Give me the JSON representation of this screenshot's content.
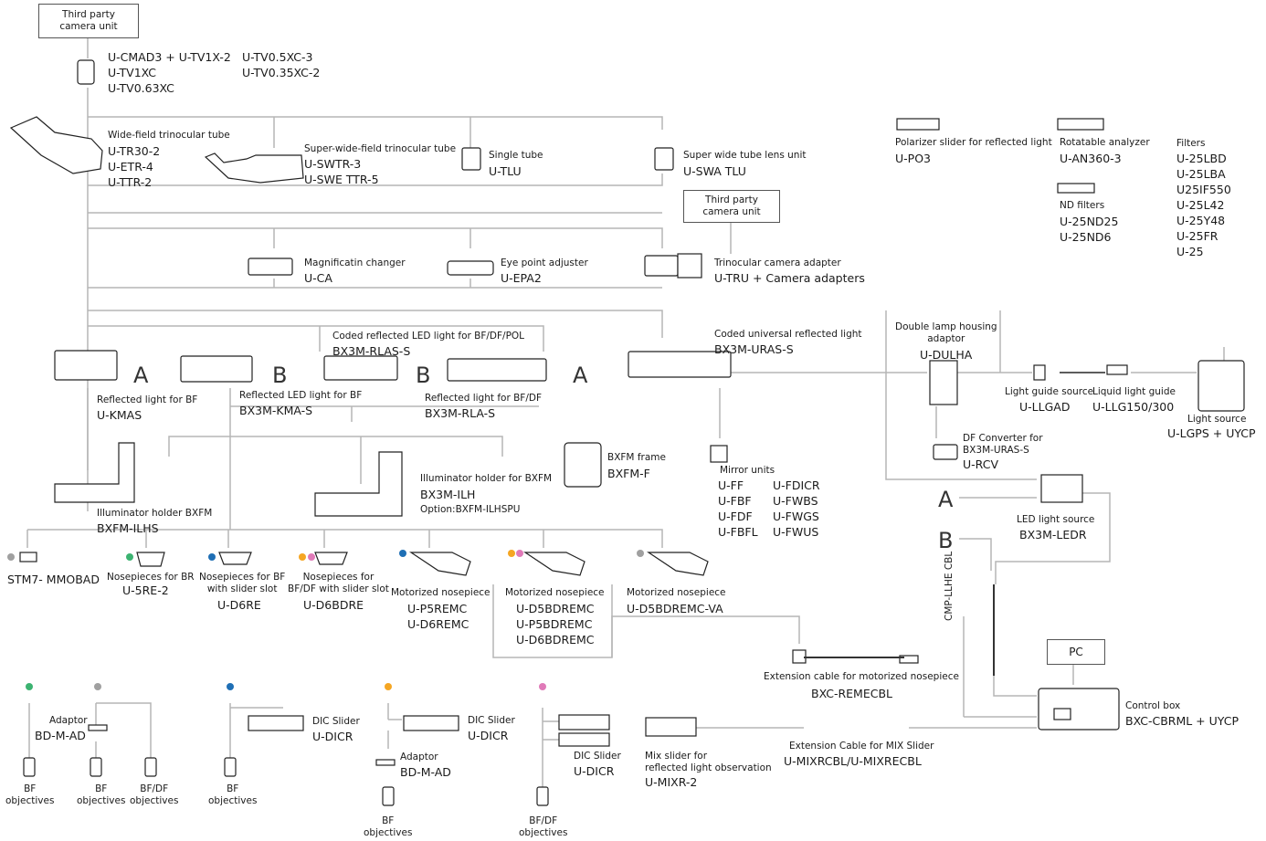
{
  "colors": {
    "line": "#b5b5b5",
    "green": "#3cb371",
    "gray": "#a0a0a0",
    "blue": "#1f6fb5",
    "orange": "#f5a623",
    "pink": "#e07ab8",
    "ink": "#222222"
  },
  "top": {
    "third_party_camera": "Third party\ncamera unit",
    "cam_a": "U-CMAD3 + U-TV1X-2",
    "cam_b": "U-TV1XC",
    "cam_c": "U-TV0.63XC",
    "cam_d": "U-TV0.5XC-3",
    "cam_e": "U-TV0.35XC-2"
  },
  "tubes": {
    "wf_title": "Wide-field trinocular tube",
    "wf_1": "U-TR30-2",
    "wf_2": "U-ETR-4",
    "wf_3": "U-TTR-2",
    "swf_title": "Super-wide-field trinocular tube",
    "swf_1": "U-SWTR-3",
    "swf_2": "U-SWE TTR-5",
    "single_title": "Single tube",
    "single_code": "U-TLU",
    "swt_title": "Super wide tube lens unit",
    "swt_code": "U-SWA TLU"
  },
  "inter": {
    "third_party_2": "Third party\ncamera unit",
    "mag_title": "Magnificatin changer",
    "mag_code": "U-CA",
    "eye_title": "Eye point adjuster",
    "eye_code": "U-EPA2",
    "tri_title": "Trinocular camera adapter",
    "tri_code": "U-TRU + Camera adapters"
  },
  "accessories": {
    "pol_title": "Polarizer slider for reflected light",
    "pol_code": "U-PO3",
    "rot_title": "Rotatable analyzer",
    "rot_code": "U-AN360-3",
    "nd_title": "ND filters",
    "nd_1": "U-25ND25",
    "nd_2": "U-25ND6",
    "filters_title": "Filters",
    "filters": [
      "U-25LBD",
      "U-25LBA",
      "U25IF550",
      "U-25L42",
      "U-25Y48",
      "U-25FR",
      "U-25"
    ]
  },
  "illum": {
    "coded_title": "Coded reflected LED light for BF/DF/POL",
    "coded_code": "BX3M-RLAS-S",
    "univ_title": "Coded universal reflected light",
    "univ_code": "BX3M-URAS-S",
    "kmas_title": "Reflected light for BF",
    "kmas_code": "U-KMAS",
    "kma_title": "Reflected LED light for BF",
    "kma_code": "BX3M-KMA-S",
    "rla_title": "Reflected light for BF/DF",
    "rla_code": "BX3M-RLA-S",
    "letter_a": "A",
    "letter_b": "B"
  },
  "lamp": {
    "dul_title": "Double lamp housing\nadaptor",
    "dul_code": "U-DULHA",
    "llgad_title": "Light guide source",
    "llgad_code": "U-LLGAD",
    "llg_title": "Liquid light guide",
    "llg_code": "U-LLG150/300",
    "src_title": "Light source",
    "src_code": "U-LGPS + UYCP",
    "df_title": "DF Converter for\nBX3M-URAS-S",
    "df_code": "U-RCV",
    "led_title": "LED light source",
    "led_code": "BX3M-LEDR",
    "cable_label": "CMP-LLHE CBL"
  },
  "frame": {
    "bxfm_title": "BXFM frame",
    "bxfm_code": "BXFM-F",
    "ilh_title": "Illuminator holder for BXFM",
    "ilh_code": "BX3M-ILH",
    "ilh_opt": "Option:BXFM-ILHSPU",
    "ilhs_title": "Illuminator holder BXFM",
    "ilhs_code": "BXFM-ILHS"
  },
  "mirrors": {
    "title": "Mirror units",
    "col1": [
      "U-FF",
      "U-FBF",
      "U-FDF",
      "U-FBFL"
    ],
    "col2": [
      "U-FDICR",
      "U-FWBS",
      "U-FWGS",
      "U-FWUS"
    ]
  },
  "nosepieces": {
    "stm": "STM7- MMOBAD",
    "br_title": "Nosepieces for BR",
    "br_code": "U-5RE-2",
    "bf_title": "Nosepieces for BF\nwith slider slot",
    "bf_code": "U-D6RE",
    "bfdf_title": "Nosepieces for\nBF/DF with slider slot",
    "bfdf_code": "U-D6BDRE",
    "mot1_title": "Motorized nosepiece",
    "mot1_codes": "U-P5REMC\nU-D6REMC",
    "mot2_title": "Motorized nosepiece",
    "mot2_codes": "U-D5BDREMC\nU-P5BDREMC\nU-D6BDREMC",
    "mot3_title": "Motorized nosepiece",
    "mot3_code": "U-D5BDREMC-VA"
  },
  "control": {
    "ext_title": "Extension cable for motorized nosepiece",
    "ext_code": "BXC-REMECBL",
    "pc": "PC",
    "box_title": "Control box",
    "box_code": "BXC-CBRML + UYCP",
    "mix_cable_title": "Extension Cable for MIX Slider",
    "mix_cable_code": "U-MIXRCBL/U-MIXRECBL"
  },
  "objectives": {
    "adaptor_title": "Adaptor",
    "adaptor_code": "BD-M-AD",
    "bf": "BF\nobjectives",
    "bfdf": "BF/DF\nobjectives",
    "dic_title": "DIC Slider",
    "dic_code": "U-DICR",
    "mix_title": "Mix slider for\nreflected light observation",
    "mix_code": "U-MIXR-2"
  }
}
